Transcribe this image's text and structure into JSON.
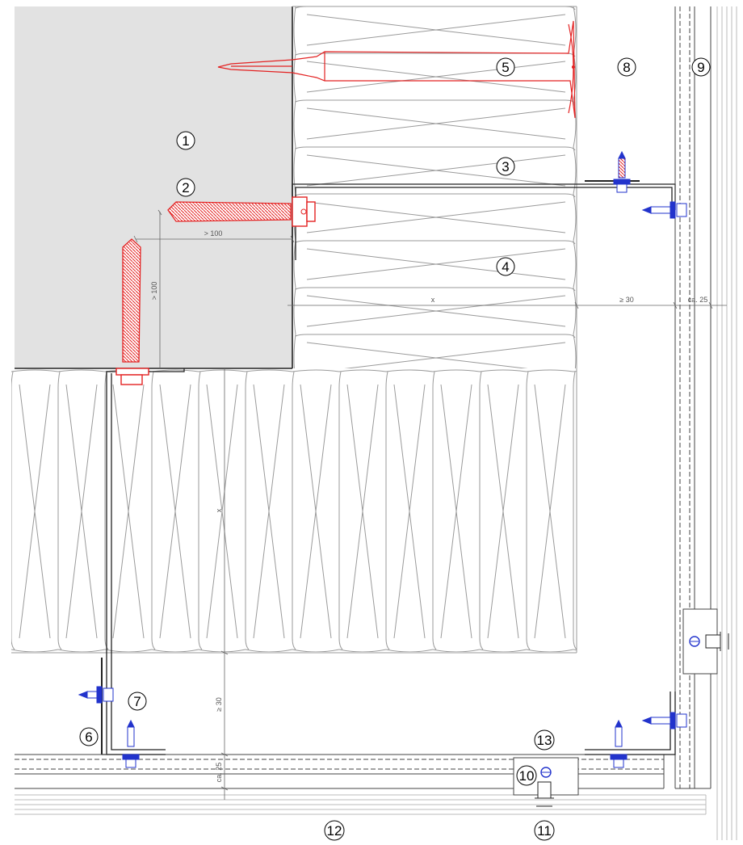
{
  "callouts": [
    {
      "id": "c1",
      "label": "1"
    },
    {
      "id": "c2",
      "label": "2"
    },
    {
      "id": "c3",
      "label": "3"
    },
    {
      "id": "c4",
      "label": "4"
    },
    {
      "id": "c5",
      "label": "5"
    },
    {
      "id": "c6",
      "label": "6"
    },
    {
      "id": "c7",
      "label": "7"
    },
    {
      "id": "c8",
      "label": "8"
    },
    {
      "id": "c9",
      "label": "9"
    },
    {
      "id": "c10",
      "label": "10"
    },
    {
      "id": "c11",
      "label": "11"
    },
    {
      "id": "c12",
      "label": "12"
    },
    {
      "id": "c13",
      "label": "13"
    }
  ],
  "dimensions": {
    "dowel_edge_distance_h": "> 100",
    "dowel_edge_distance_v": "> 100",
    "insulation_thickness_h": "x",
    "insulation_thickness_v": "x",
    "air_gap_h": "≥ 30",
    "air_gap_v": "≥ 30",
    "cladding_h": "ca. 25",
    "cladding_v": "ca. 25"
  },
  "colors": {
    "concrete": "#e2e2e2",
    "insulation_line": "#9a9a9a",
    "fastener_red": "#e32222",
    "screw_blue": "#2233cc",
    "profile_line": "#222222"
  }
}
